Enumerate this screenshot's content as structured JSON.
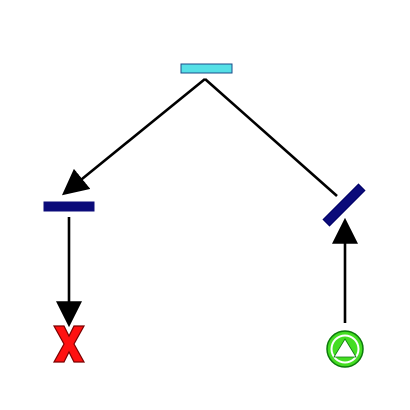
{
  "diagram": {
    "nodes": [
      {
        "id": "top",
        "kind": "bar",
        "color": "#55E0E6",
        "stroke": "#1B4B8A"
      },
      {
        "id": "left",
        "kind": "bar",
        "color": "#0B0B7A",
        "stroke": "#0B0B7A"
      },
      {
        "id": "right",
        "kind": "tilted-bar",
        "color": "#0B0B7A",
        "stroke": "#000066"
      },
      {
        "id": "fail",
        "kind": "x-mark",
        "icon": "red-x-icon",
        "color": "#FF1111",
        "stroke": "#7A0000"
      },
      {
        "id": "start",
        "kind": "circle-triangle",
        "icon": "green-up-triangle-icon",
        "color": "#44DD22",
        "stroke": "#0B7A0B"
      }
    ],
    "edges": [
      {
        "from": "top",
        "to": "left",
        "direction": "forward"
      },
      {
        "from": "top",
        "to": "right",
        "direction": "plain"
      },
      {
        "from": "left",
        "to": "fail",
        "direction": "forward"
      },
      {
        "from": "start",
        "to": "right",
        "direction": "forward"
      }
    ],
    "style": {
      "edge_color": "#000000"
    }
  }
}
